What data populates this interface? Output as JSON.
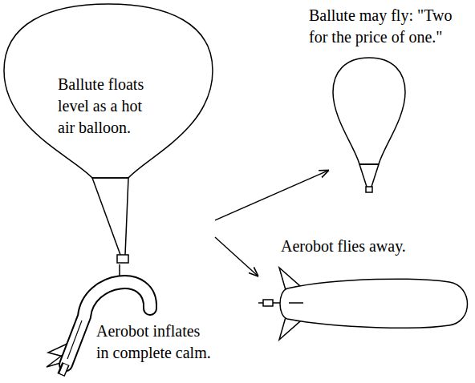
{
  "diagram": {
    "nodes": [
      {
        "text": [
          "Ballute floats level as a hot air balloon."
        ]
      },
      {
        "text": [
          "Ballute may fly: \"Two for the price of one.\""
        ]
      },
      {
        "text": [
          "Aerobot flies away."
        ]
      },
      {
        "text": [
          "Aerobot inflates in complete calm."
        ]
      }
    ],
    "edges": [
      {
        "from": 0,
        "to": 1,
        "arrow": "to"
      },
      {
        "from": 0,
        "to": 2,
        "arrow": "to"
      }
    ]
  }
}
